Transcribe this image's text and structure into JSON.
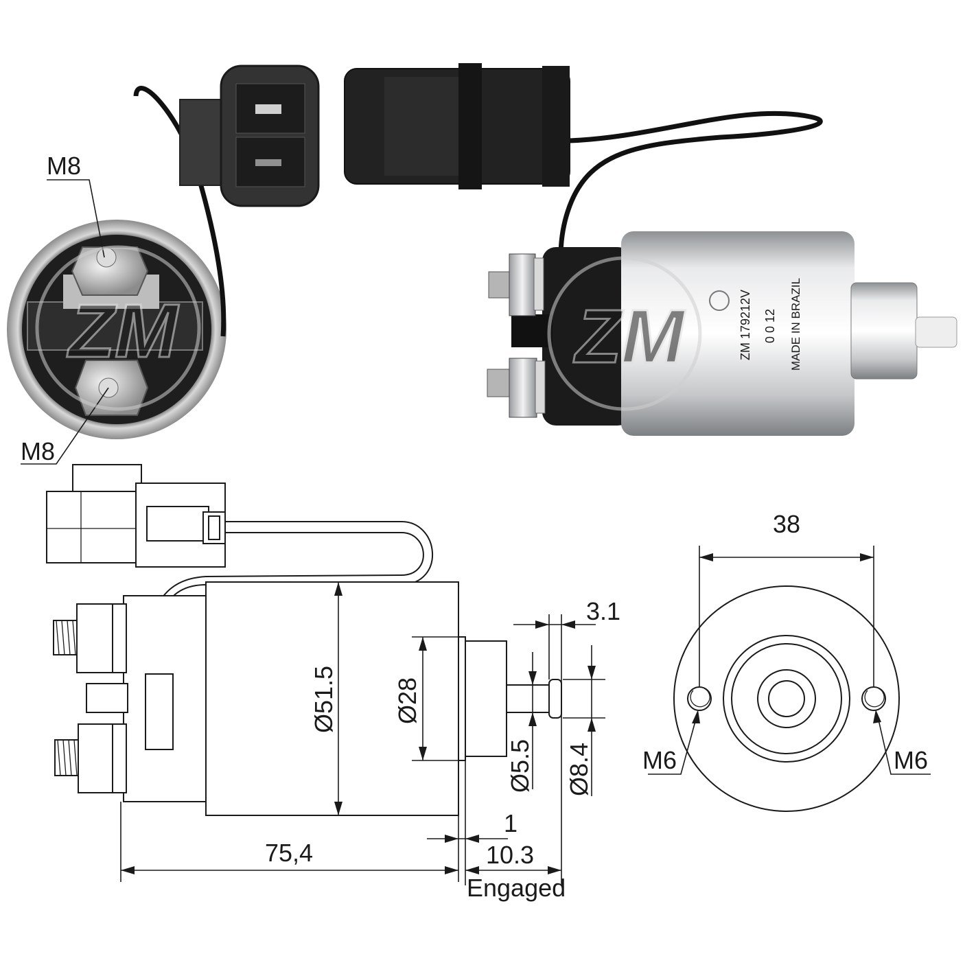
{
  "photos": {
    "end_view": {
      "top_terminal_label": "M8",
      "bottom_terminal_label": "M8"
    },
    "side_view": {
      "body_markings": [
        "ZM 179212V",
        "0 0 12",
        "MADE IN BRAZIL"
      ]
    },
    "watermark": "ZM"
  },
  "side_drawing": {
    "body_length": "75,4",
    "travel": "1",
    "engaged_length": "10.3",
    "engaged_label": "Engaged",
    "body_diameter": "Ø51.5",
    "flange_diameter": "Ø28",
    "plunger_diameter": "Ø5.5",
    "tip_diameter": "Ø8.4",
    "tip_length": "3.1"
  },
  "end_drawing": {
    "hole_spacing": "38",
    "left_hole_label": "M6",
    "right_hole_label": "M6"
  },
  "colors": {
    "housing_black": "#1b1b1b",
    "housing_silver": "#c9cbcd",
    "line": "#1a1a1a"
  }
}
